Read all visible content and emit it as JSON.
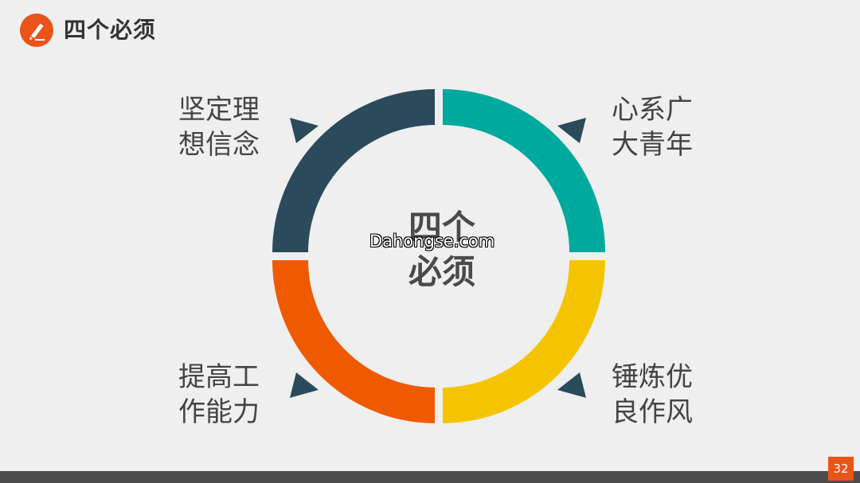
{
  "header": {
    "title": "四个必须",
    "logo_icon": "pencil-icon",
    "logo_color": "#e8541a"
  },
  "center": {
    "line1": "四个",
    "line2": "必须"
  },
  "watermark": "Dahongse.com",
  "quadrants": {
    "top_left": {
      "line1": "坚定理",
      "line2": "想信念",
      "color": "#2b4a5b"
    },
    "top_right": {
      "line1": "心系广",
      "line2": "大青年",
      "color": "#00a99d"
    },
    "bottom_left": {
      "line1": "提高工",
      "line2": "作能力",
      "color": "#ef5a00"
    },
    "bottom_right": {
      "line1": "锤炼优",
      "line2": "良作风",
      "color": "#f5c400"
    }
  },
  "arrow_color": "#2b4a5b",
  "footer": {
    "page_number": "32",
    "bar_color": "#4c4c4c"
  }
}
